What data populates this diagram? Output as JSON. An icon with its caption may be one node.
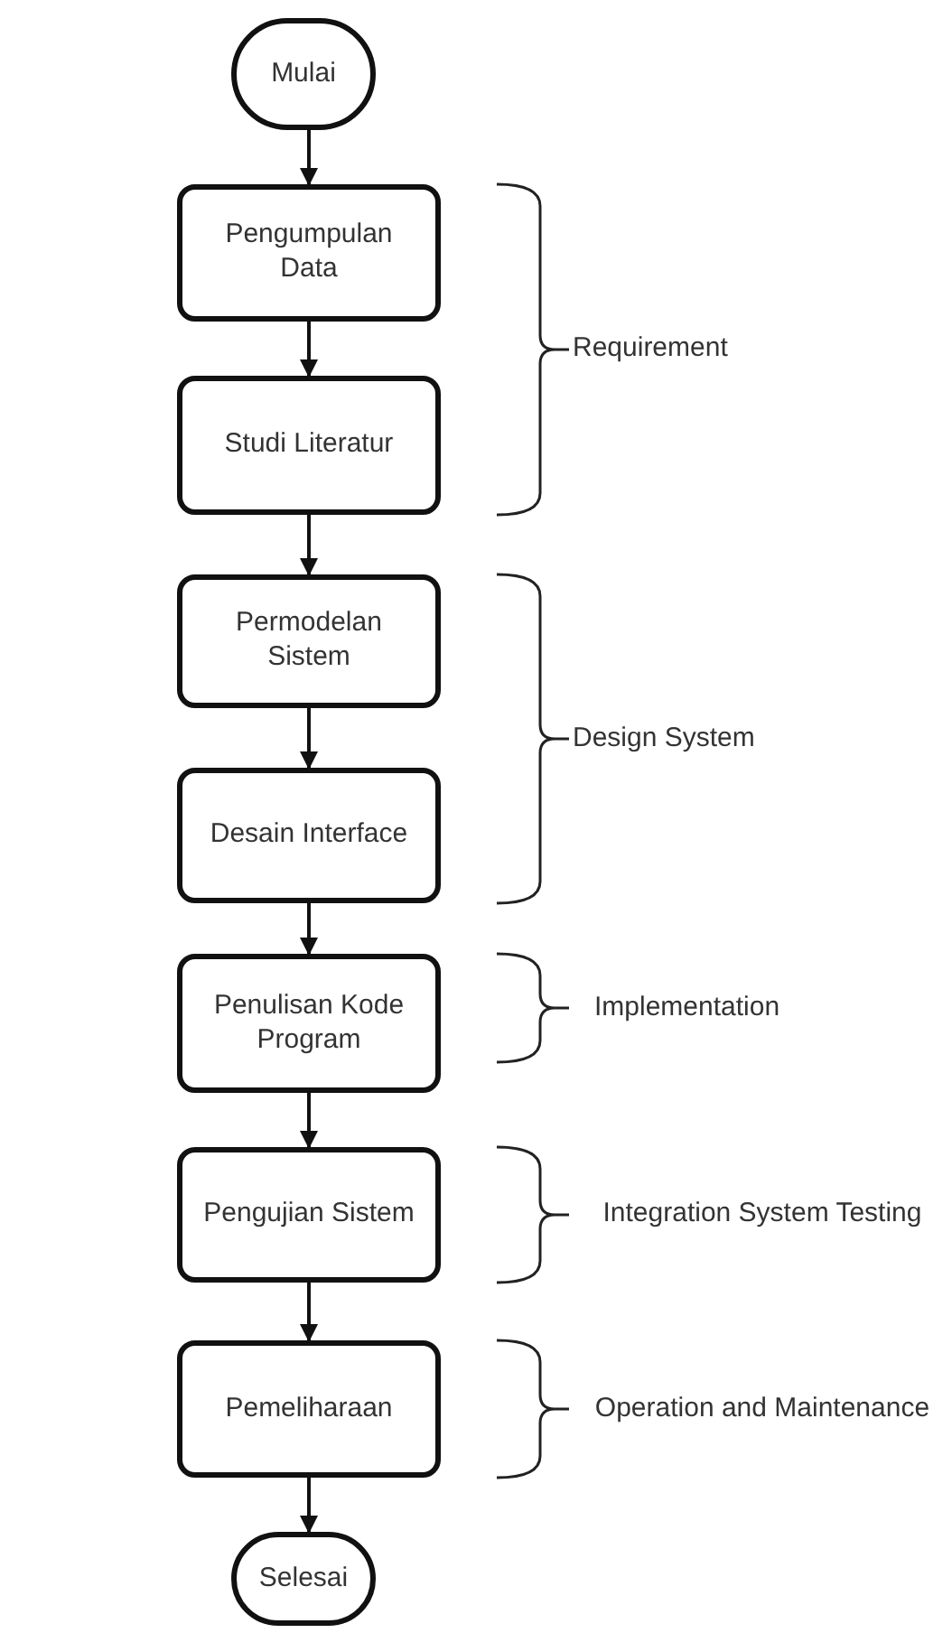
{
  "diagram": {
    "nodes": [
      {
        "text": [
          "Mulai"
        ]
      },
      {
        "text": [
          "Pengumpulan Data"
        ]
      },
      {
        "text": [
          "Studi Literatur"
        ]
      },
      {
        "text": [
          "Permodelan Sistem"
        ]
      },
      {
        "text": [
          "Desain Interface"
        ]
      },
      {
        "text": [
          "Penulisan Kode Program"
        ]
      },
      {
        "text": [
          "Pengujian Sistem"
        ]
      },
      {
        "text": [
          "Pemeliharaan"
        ]
      },
      {
        "text": [
          "Selesai"
        ]
      }
    ],
    "edges": [
      {
        "from": 0,
        "to": 1,
        "arrow": "to"
      },
      {
        "from": 1,
        "to": 2,
        "arrow": "to"
      },
      {
        "from": 2,
        "to": 3,
        "arrow": "to"
      },
      {
        "from": 3,
        "to": 4,
        "arrow": "to"
      },
      {
        "from": 4,
        "to": 5,
        "arrow": "to"
      },
      {
        "from": 5,
        "to": 6,
        "arrow": "to"
      },
      {
        "from": 6,
        "to": 7,
        "arrow": "to"
      },
      {
        "from": 7,
        "to": 8,
        "arrow": "to"
      }
    ],
    "labels": [
      "Requirement",
      "Design System",
      "Implementation",
      "Integration System Testing",
      "Operation and Maintenance"
    ]
  }
}
